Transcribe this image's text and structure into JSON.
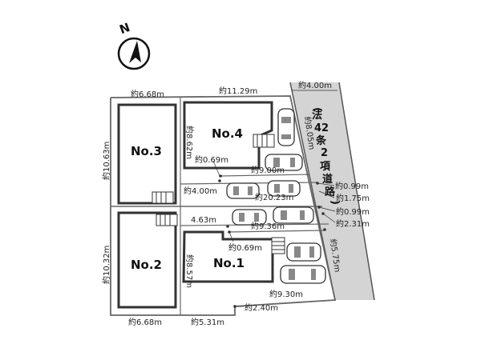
{
  "compass": {
    "north_label": "N",
    "icon": "north-arrow-icon"
  },
  "lots": {
    "no1": "No.1",
    "no2": "No.2",
    "no3": "No.3",
    "no4": "No.4"
  },
  "road": {
    "width": "約4.00m",
    "label_chars": [
      "(",
      "法",
      "42",
      "条",
      "2",
      "項",
      "道",
      "路",
      ")"
    ]
  },
  "dimensions": {
    "top_left": "約6.68m",
    "top_right": "約11.29m",
    "left_no3": "約10.63m",
    "no4_depth": "約8.62m",
    "no4_front": "約8.05m",
    "setback_upper": "約0.69m",
    "no4_width": "約9.00m",
    "driveway_width": "約4.00m",
    "driveway_length": "約20.23m",
    "right_099a": "約0.99m",
    "right_175": "約1.75m",
    "right_099b": "約0.99m",
    "right_231": "約2.31m",
    "mid_463": "4.63m",
    "no1_width_top": "約9.36m",
    "setback_lower": "約0.69m",
    "no1_right": "約5.75m",
    "left_no2": "約10.32m",
    "no1_depth": "約8.57m",
    "no1_width_bottom": "約9.30m",
    "bottom_240": "約2.40m",
    "bottom_left": "約6.68m",
    "bottom_mid": "約5.31m"
  }
}
